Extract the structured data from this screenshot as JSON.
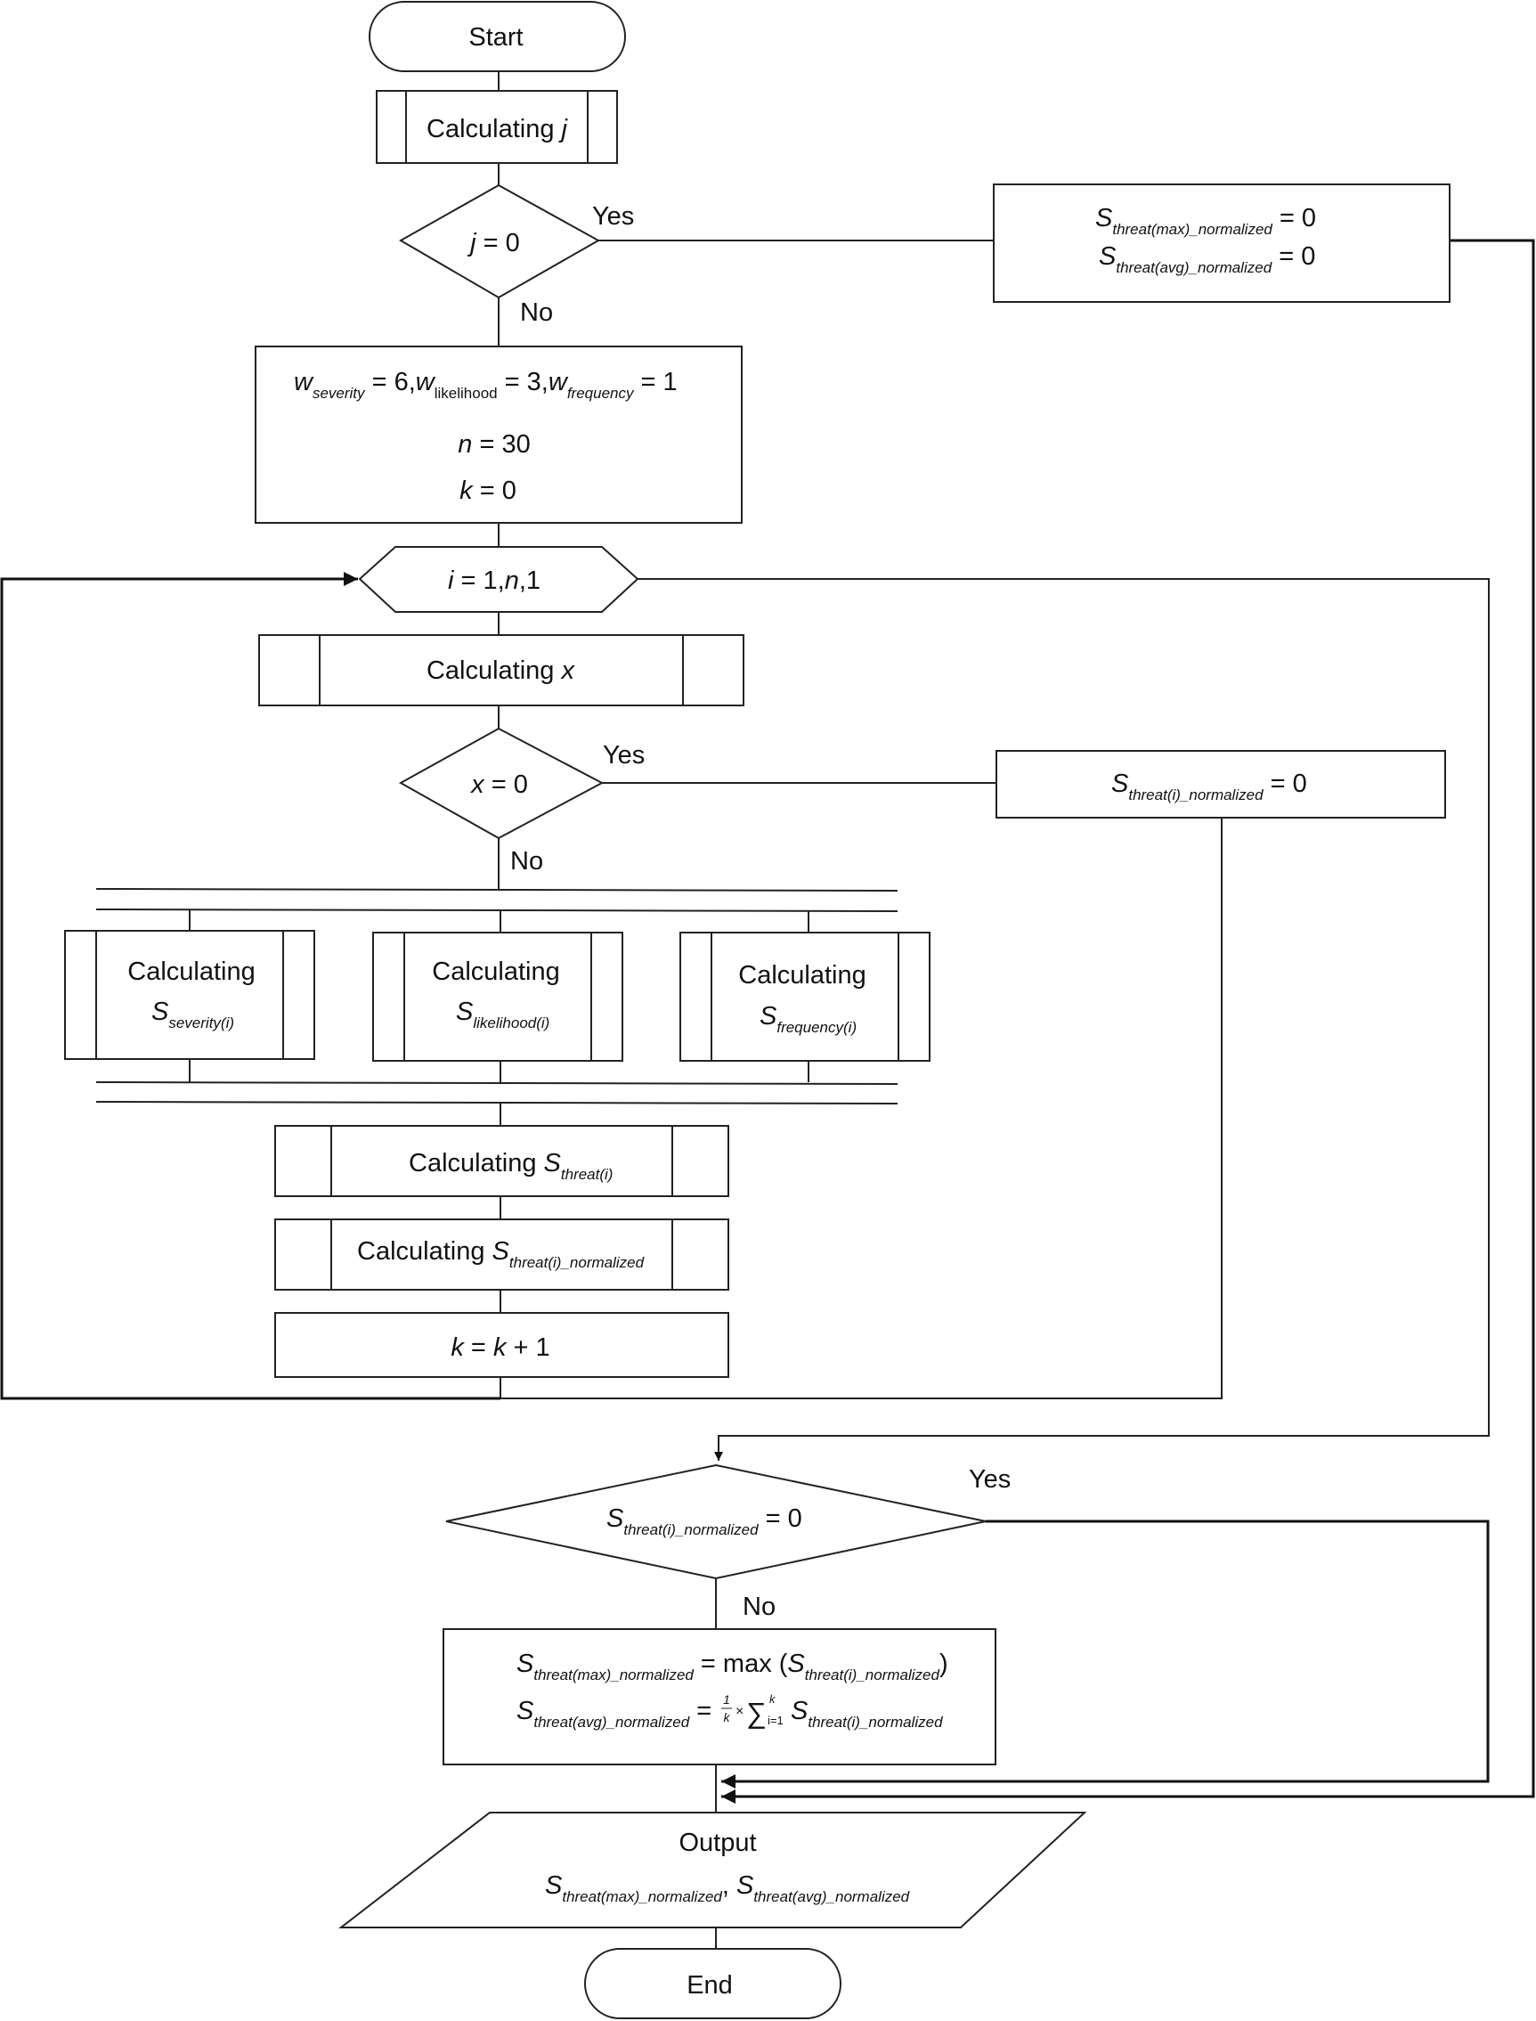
{
  "start": {
    "label": "Start"
  },
  "end": {
    "label": "End"
  },
  "calc_j": {
    "word": "Calculating",
    "var": "j"
  },
  "dec_j": {
    "var": "j",
    "rest": " = 0",
    "yes": "Yes",
    "no": "No"
  },
  "zero_box": {
    "line1": {
      "sym": "S",
      "sub": "threat(max)_normalized",
      "rest": " = 0"
    },
    "line2": {
      "sym": "S",
      "sub": "threat(avg)_normalized",
      "rest": " = 0"
    }
  },
  "init_box": {
    "w1": "w",
    "w1_sub": "severity",
    "w1_rest": " = 6,",
    "w2": "w",
    "w2_sub": "likelihood",
    "w2_rest": " = 3,",
    "w3": "w",
    "w3_sub": "frequency",
    "w3_rest": " = 1",
    "n_var": "n",
    "n_rest": " = 30",
    "k_var": "k",
    "k_rest": " = 0"
  },
  "loop": {
    "var": "i",
    "mid": " = 1,",
    "n": "n",
    "end": ",1"
  },
  "calc_x": {
    "word": "Calculating",
    "var": "x"
  },
  "dec_x": {
    "var": "x",
    "rest": " = 0",
    "yes": "Yes",
    "no": "No"
  },
  "zero_i": {
    "sym": "S",
    "sub": "threat(i)_normalized",
    "rest": " = 0"
  },
  "parallel": [
    {
      "word": "Calculating",
      "sym": "S",
      "sub": "severity(i)"
    },
    {
      "word": "Calculating",
      "sym": "S",
      "sub": "likelihood(i)"
    },
    {
      "word": "Calculating",
      "sym": "S",
      "sub": "frequency(i)"
    }
  ],
  "calc_threat": {
    "word": "Calculating",
    "sym": "S",
    "sub": "threat(i)"
  },
  "calc_threat_norm": {
    "word": "Calculating",
    "sym": "S",
    "sub": "threat(i)_normalized"
  },
  "k_incr": {
    "k1": "k",
    "mid": " = ",
    "k2": "k",
    "rest": " + 1"
  },
  "dec_final": {
    "sym": "S",
    "sub": "threat(i)_normalized",
    "rest": " = 0",
    "yes": "Yes",
    "no": "No"
  },
  "final_box": {
    "l1_sym": "S",
    "l1_sub": "threat(max)_normalized",
    "l1_mid": " = max (",
    "l1_sym2": "S",
    "l1_sub2": "threat(i)_normalized",
    "l1_end": ")",
    "l2_sym": "S",
    "l2_sub": "threat(avg)_normalized",
    "l2_mid": " = ",
    "frac_num": "1",
    "frac_den": "k",
    "times": "×",
    "sigma": "∑",
    "sig_top": "k",
    "sig_bot": "i=1",
    "l2_sym2": "S",
    "l2_sub2": "threat(i)_normalized"
  },
  "output": {
    "title": "Output",
    "sym1": "S",
    "sub1": "threat(max)_normalized",
    "sep": ", ",
    "sym2": "S",
    "sub2": "threat(avg)_normalized"
  }
}
